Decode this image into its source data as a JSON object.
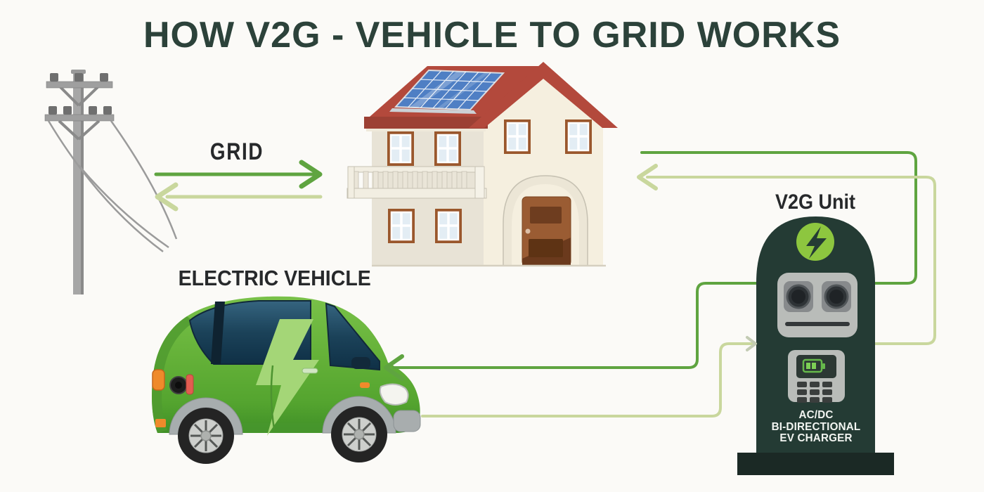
{
  "title": "HOW V2G - VEHICLE TO GRID WORKS",
  "labels": {
    "grid": "GRID",
    "electric_vehicle": "ELECTRIC VEHICLE",
    "v2g_unit": "V2G Unit"
  },
  "charger_text": {
    "line1": "AC/DC",
    "line2": "BI-DIRECTIONAL",
    "line3": "EV CHARGER"
  },
  "icons": {
    "station_badge": "lightning-bolt-icon",
    "car_decal": "lightning-bolt-decal",
    "screen_glyph": "battery-charging-icon",
    "charge_arrows": "solid-green-chevron-arrows",
    "discharge_arrows": "pale-green-chevron-arrows"
  },
  "colors": {
    "background": "#fbfaf7",
    "title_text": "#2c423a",
    "label_text": "#27292b",
    "arrow_charge": "#5fa440",
    "arrow_discharge": "#c9d79d",
    "unit_body": "#243b34",
    "unit_base": "#1b2925",
    "badge_green": "#8dc63f",
    "car_green": "#66b23d",
    "car_bolt": "#a4d677",
    "roof_red": "#b3493c",
    "roof_eave": "#9c4034",
    "solar_blue": "#4f7fc4",
    "wall_cream": "#f5efdf",
    "wall_shade": "#e8e3d6",
    "unit_text": "#f2f5f1"
  }
}
